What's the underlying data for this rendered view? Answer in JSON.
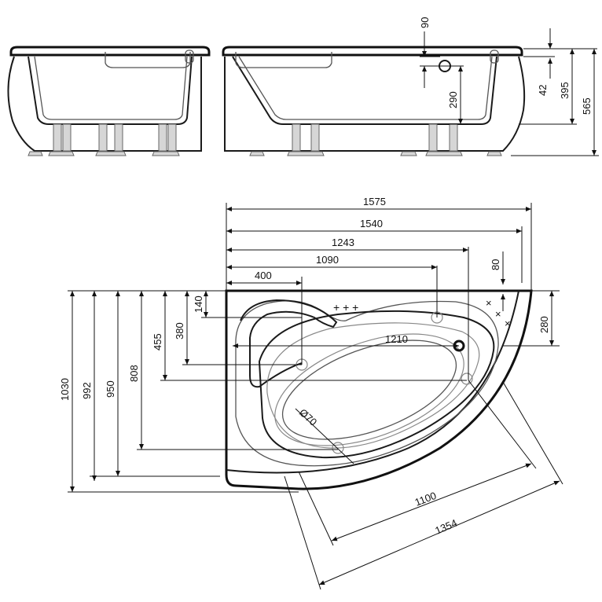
{
  "drawing": {
    "top_dimensions": [
      "90",
      "290",
      "42",
      "395",
      "565"
    ],
    "plan_dimensions": {
      "horizontal": [
        "1575",
        "1540",
        "1243",
        "1090",
        "400",
        "1210"
      ],
      "vertical": [
        "1030",
        "992",
        "950",
        "808",
        "455",
        "380",
        "140"
      ],
      "right_side": [
        "80",
        "280"
      ],
      "diagonal": [
        "1100",
        "1354"
      ],
      "drain_diameter": "Ø70"
    },
    "markers": {
      "plus": "+ + +",
      "cross": "×"
    }
  }
}
